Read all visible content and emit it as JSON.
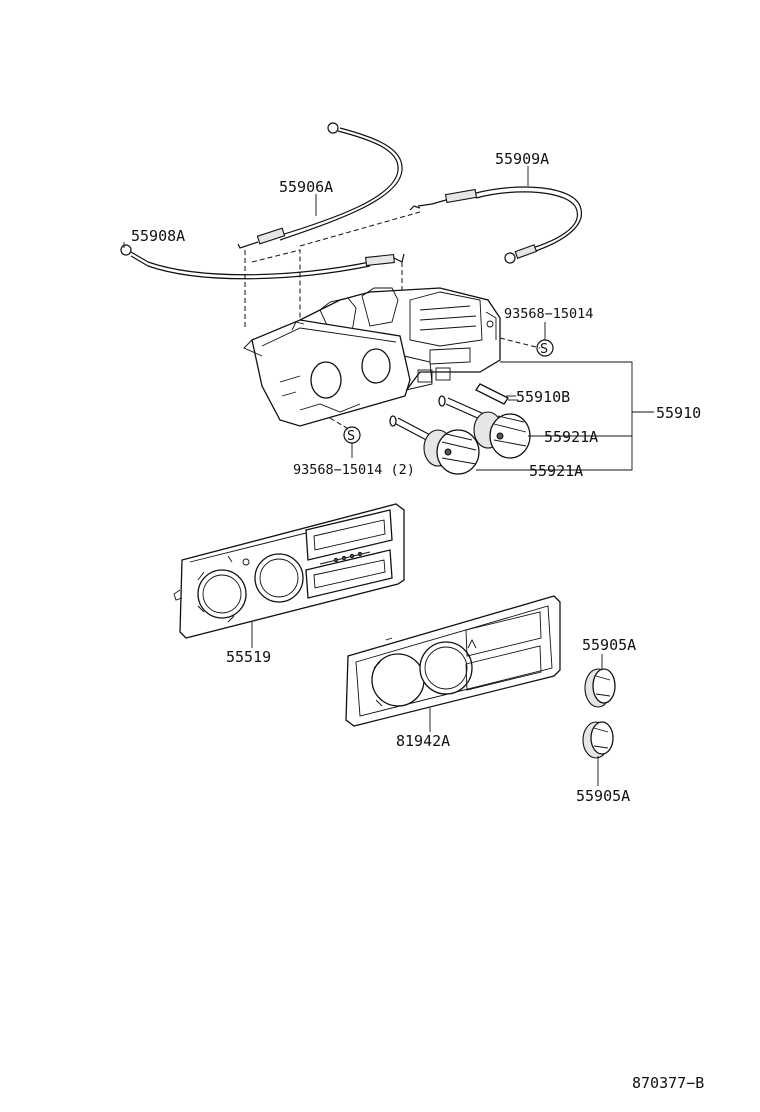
{
  "labels": {
    "p55906A": "55906A",
    "p55909A": "55909A",
    "p55908A": "55908A",
    "p93568_top": "93568−15014",
    "p55910B": "55910B",
    "p55910": "55910",
    "p55921A_1": "55921A",
    "p55921A_2": "55921A",
    "p93568_bottom": "93568−15014 (2)",
    "p55519": "55519",
    "p55905A_1": "55905A",
    "p81942A": "81942A",
    "p55905A_2": "55905A",
    "figure_code": "870377−B"
  },
  "screw_symbol": "S",
  "colors": {
    "ink": "#111111",
    "background": "#ffffff"
  }
}
